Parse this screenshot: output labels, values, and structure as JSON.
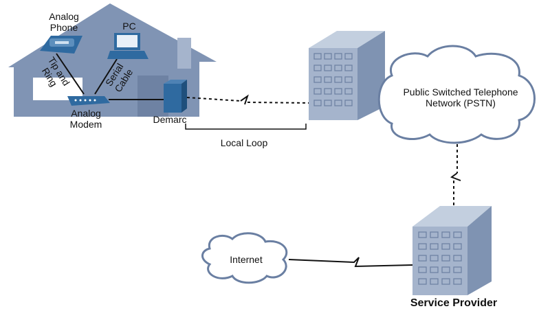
{
  "labels": {
    "analog_phone": "Analog Phone",
    "pc": "PC",
    "tip_and_ring": "Tip and Ring",
    "serial_cable": "Serial Cable",
    "analog_modem": "Analog Modem",
    "demarc": "Demarc",
    "local_loop": "Local Loop",
    "pstn": "Public Switched Telephone Network (PSTN)",
    "internet": "Internet",
    "service_provider": "Service Provider"
  },
  "colors": {
    "house": "#8094b4",
    "house_dark": "#6e82a3",
    "device": "#2f6aa0",
    "building_front": "#a5b4cc",
    "building_side": "#7f93b2",
    "cloud_stroke": "#6a7fa2"
  }
}
